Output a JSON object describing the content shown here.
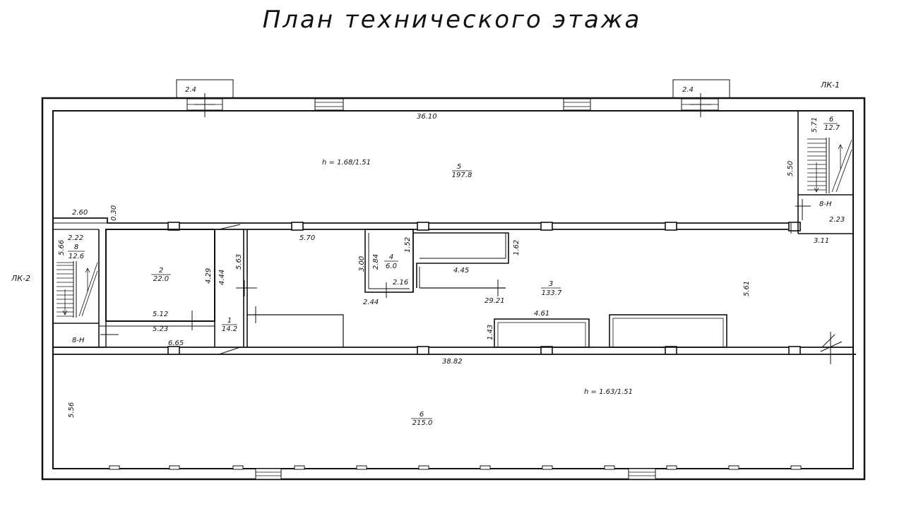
{
  "title": "План технического этажа",
  "markers": {
    "lk1": "ЛК-1",
    "lk2": "ЛК-2"
  },
  "rooms": {
    "r1": {
      "num": "1",
      "area": "14.2"
    },
    "r2": {
      "num": "2",
      "area": "22.0"
    },
    "r3": {
      "num": "3",
      "area": "133.7"
    },
    "r4": {
      "num": "4",
      "area": "6.0"
    },
    "r5": {
      "num": "5",
      "area": "197.8"
    },
    "r6": {
      "num": "6",
      "area": "215.0"
    },
    "r6s": {
      "num": "6",
      "area": "12.7"
    },
    "r8": {
      "num": "8",
      "area": "12.6"
    }
  },
  "stair_labels": {
    "right": "8-Н",
    "left": "8-Н"
  },
  "heights": {
    "top": "h = 1.68/1.51",
    "bottom": "h = 1.63/1.51"
  },
  "dims": {
    "d2_4_left": "2.4",
    "d2_4_right": "2.4",
    "d36_10": "36.10",
    "d2_60": "2.60",
    "d0_30": "0.30",
    "d5_70": "5.70",
    "d5_71": "5.71",
    "d5_50": "5.50",
    "d2_23": "2.23",
    "d3_11": "3.11",
    "d2_22": "2.22",
    "d5_66": "5.66",
    "d4_29": "4.29",
    "d4_44": "4.44",
    "d5_63": "5.63",
    "d5_12": "5.12",
    "d5_23": "5.23",
    "d6_65": "6.65",
    "d3_00": "3.00",
    "d2_84": "2.84",
    "d1_52": "1.52",
    "d1_62": "1.62",
    "d4_45": "4.45",
    "d2_16": "2.16",
    "d2_44": "2.44",
    "d29_21": "29.21",
    "d4_61": "4.61",
    "d1_43": "1.43",
    "d5_61": "5.61",
    "d38_82": "38.82",
    "d5_56": "5.56"
  }
}
